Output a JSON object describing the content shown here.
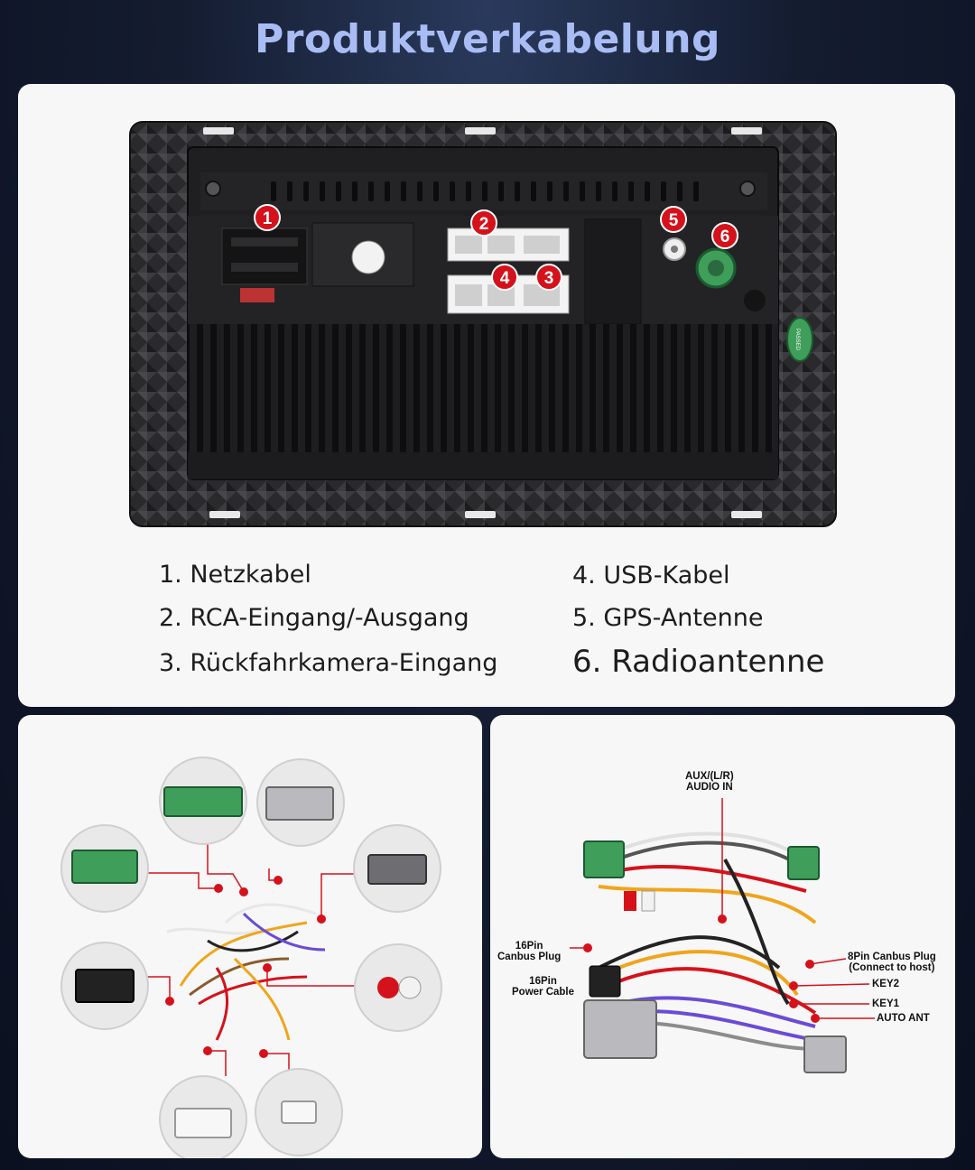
{
  "header": {
    "title": "Produktverkabelung"
  },
  "back_panel": {
    "markers": [
      "1",
      "2",
      "3",
      "4",
      "5",
      "6"
    ],
    "side_badge": "PASSED"
  },
  "legend": {
    "items": [
      {
        "label": "1. Netzkabel"
      },
      {
        "label": "2. RCA-Eingang/-Ausgang"
      },
      {
        "label": "3. Rückfahrkamera-Eingang"
      },
      {
        "label": "4. USB-Kabel"
      },
      {
        "label": "5. GPS-Antenne"
      },
      {
        "label": "6. Radioantenne"
      }
    ]
  },
  "harness": {
    "labels": {
      "aux": "AUX/(L/R)\nAUDIO IN",
      "canbus16": "16Pin\nCanbus Plug",
      "power16": "16Pin\nPower Cable",
      "canbus8": "8Pin Canbus Plug\n(Connect to host)",
      "key2": "KEY2",
      "key1": "KEY1",
      "auto_ant": "AUTO ANT"
    }
  },
  "colors": {
    "marker_red": "#d5121b",
    "title_blue": "#a9bdf4",
    "connector_green": "#3f9e5a"
  }
}
